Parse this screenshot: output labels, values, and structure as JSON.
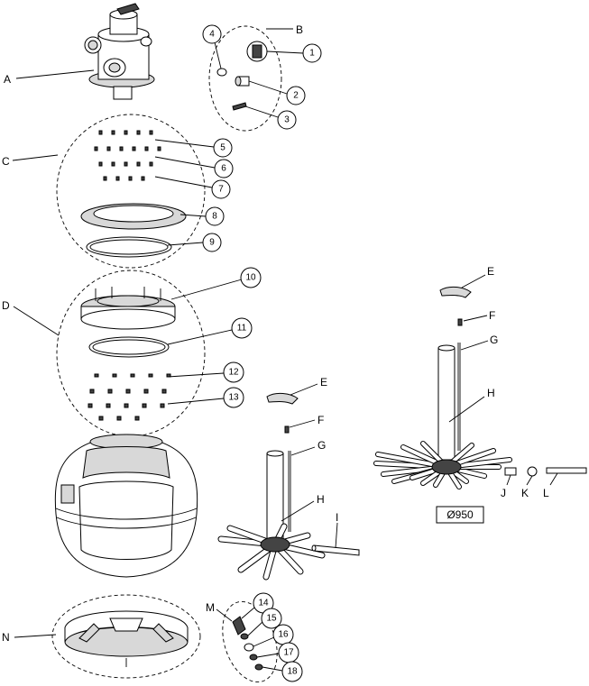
{
  "group_labels": {
    "A": "A",
    "B": "B",
    "C": "C",
    "D": "D",
    "E": "E",
    "F": "F",
    "G": "G",
    "H": "H",
    "I": "I",
    "E2": "E",
    "F2": "F",
    "G2": "G",
    "H2": "H",
    "J": "J",
    "K": "K",
    "L": "L",
    "M": "M",
    "N": "N"
  },
  "callouts": {
    "c1": "1",
    "c2": "2",
    "c3": "3",
    "c4": "4",
    "c5": "5",
    "c6": "6",
    "c7": "7",
    "c8": "8",
    "c9": "9",
    "c10": "10",
    "c11": "11",
    "c12": "12",
    "c13": "13",
    "c14": "14",
    "c15": "15",
    "c16": "16",
    "c17": "17",
    "c18": "18"
  },
  "dimension_label": "Ø950"
}
